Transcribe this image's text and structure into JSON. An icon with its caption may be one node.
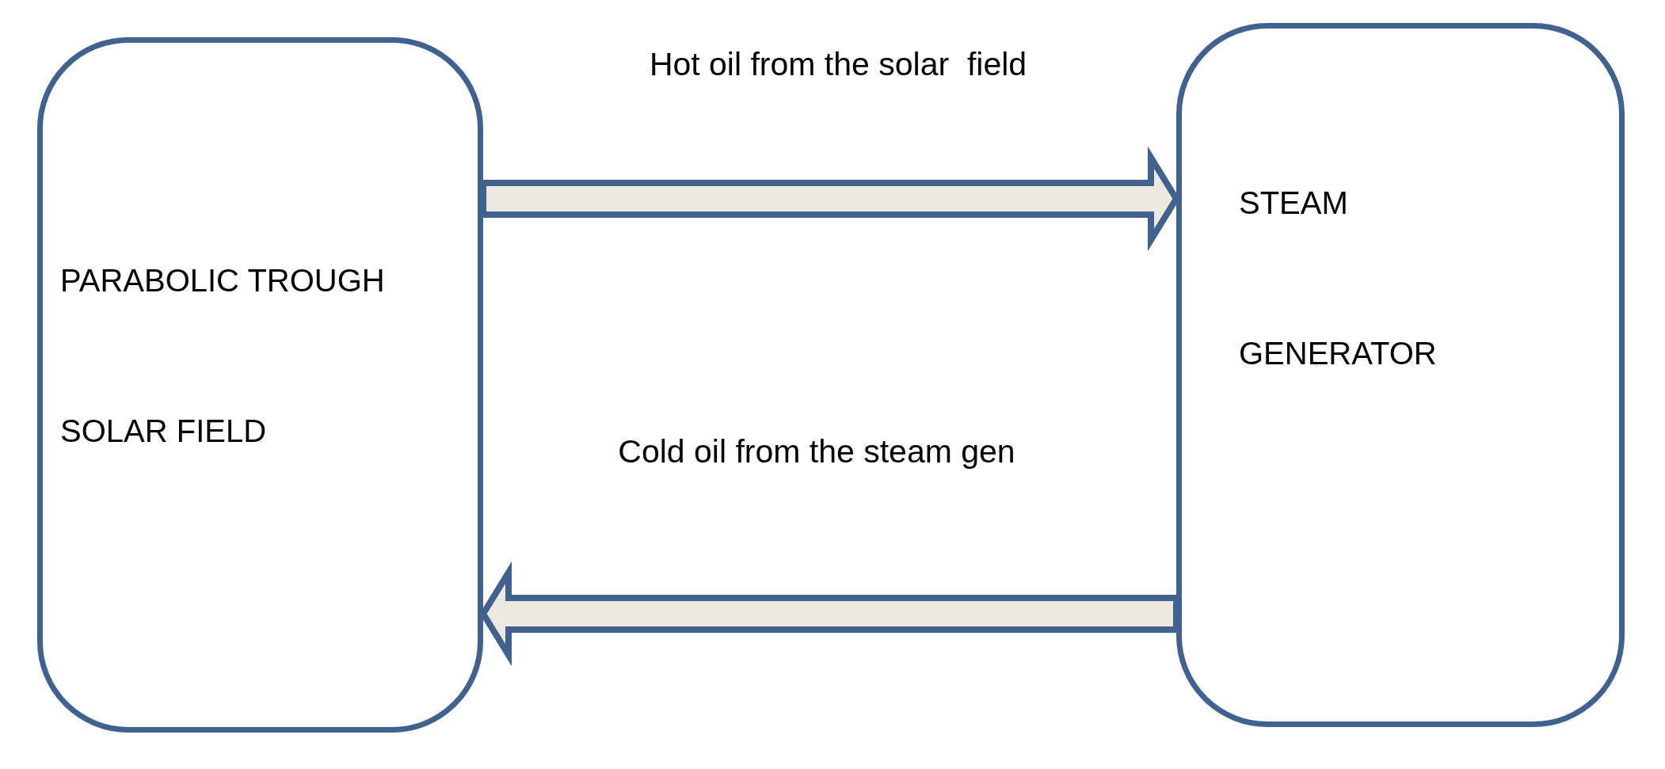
{
  "diagram": {
    "nodes": [
      {
        "text": [
          "PARABOLIC TROUGH SOLAR FIELD"
        ]
      },
      {
        "text": [
          "STEAM GENERATOR"
        ]
      }
    ],
    "edges": [
      {
        "from": 0,
        "to": 1,
        "arrow": "to",
        "label": "Hot oil from the solar  field"
      },
      {
        "from": 1,
        "to": 0,
        "arrow": "to",
        "label": "Cold oil from the steam gen"
      }
    ]
  }
}
